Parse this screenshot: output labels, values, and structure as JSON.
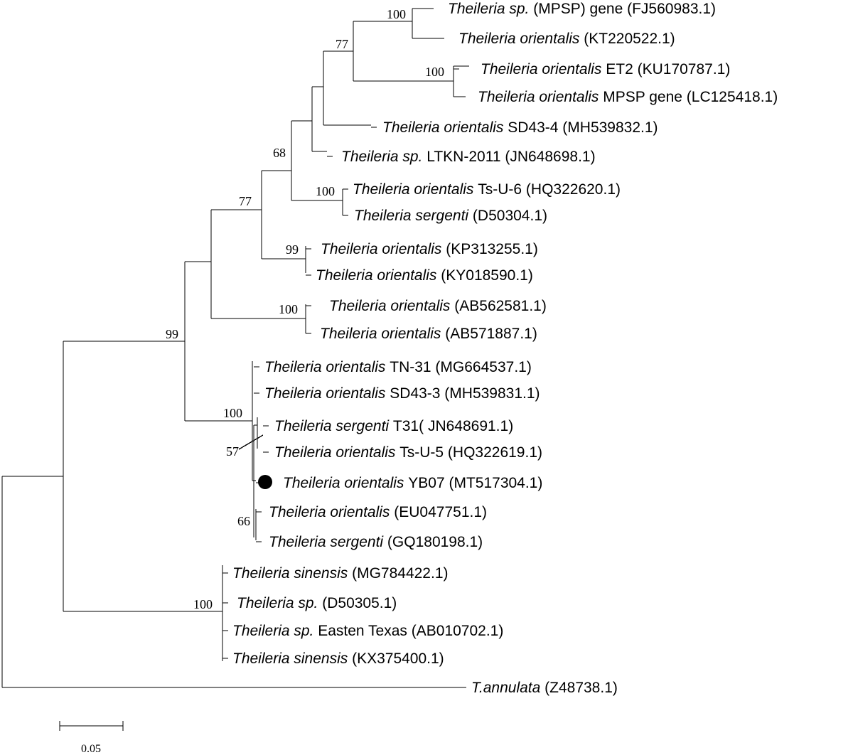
{
  "tree": {
    "leaves": [
      {
        "id": "L1",
        "species": "Theileria sp.",
        "rest": " (MPSP) gene (FJ560983.1)"
      },
      {
        "id": "L2",
        "species": "Theileria orientalis",
        "rest": " (KT220522.1)"
      },
      {
        "id": "L3",
        "species": "Theileria orientalis",
        "rest": " ET2 (KU170787.1)"
      },
      {
        "id": "L4",
        "species": "Theileria orientalis",
        "rest": " MPSP gene (LC125418.1)"
      },
      {
        "id": "L5",
        "species": "Theileria orientalis",
        "rest": " SD43-4 (MH539832.1)"
      },
      {
        "id": "L6",
        "species": "Theileria sp.",
        "rest": " LTKN-2011 (JN648698.1)"
      },
      {
        "id": "L7",
        "species": "Theileria orientalis",
        "rest": " Ts-U-6 (HQ322620.1)"
      },
      {
        "id": "L8",
        "species": "Theileria sergenti",
        "rest": " (D50304.1)"
      },
      {
        "id": "L9",
        "species": "Theileria orientalis",
        "rest": " (KP313255.1)"
      },
      {
        "id": "L10",
        "species": "Theileria orientalis",
        "rest": " (KY018590.1)"
      },
      {
        "id": "L11",
        "species": "Theileria orientalis",
        "rest": " (AB562581.1)"
      },
      {
        "id": "L12",
        "species": "Theileria orientalis",
        "rest": " (AB571887.1)"
      },
      {
        "id": "L13",
        "species": "Theileria orientalis",
        "rest": " TN-31 (MG664537.1)"
      },
      {
        "id": "L14",
        "species": "Theileria orientalis",
        "rest": " SD43-3 (MH539831.1)"
      },
      {
        "id": "L15",
        "species": "Theileria sergenti",
        "rest": " T31( JN648691.1)"
      },
      {
        "id": "L16",
        "species": "Theileria orientalis",
        "rest": " Ts-U-5 (HQ322619.1)"
      },
      {
        "id": "L17",
        "species": "Theileria orientalis",
        "rest": " YB07 (MT517304.1)",
        "marked": true
      },
      {
        "id": "L18",
        "species": "Theileria orientalis",
        "rest": " (EU047751.1)"
      },
      {
        "id": "L19",
        "species": "Theileria sergenti",
        "rest": " (GQ180198.1)"
      },
      {
        "id": "L20",
        "species": "Theileria sinensis",
        "rest": " (MG784422.1)"
      },
      {
        "id": "L21",
        "species": "Theileria sp.",
        "rest": " (D50305.1)"
      },
      {
        "id": "L22",
        "species": "Theileria sp.",
        "rest": " Easten Texas (AB010702.1)"
      },
      {
        "id": "L23",
        "species": "Theileria sinensis",
        "rest": " (KX375400.1)"
      },
      {
        "id": "L24",
        "species": "T.annulata",
        "rest": " (Z48738.1)"
      }
    ],
    "support_values": [
      {
        "node": "L1-L2",
        "value": "100"
      },
      {
        "node": "L1-L4",
        "value": "77"
      },
      {
        "node": "L3-L4",
        "value": "100"
      },
      {
        "node": "L1-L8",
        "value": "68"
      },
      {
        "node": "L7-L8",
        "value": "100"
      },
      {
        "node": "L1-L10",
        "value": "77"
      },
      {
        "node": "L9-L10",
        "value": "99"
      },
      {
        "node": "L11-L12",
        "value": "100"
      },
      {
        "node": "L1-L19",
        "value": "99"
      },
      {
        "node": "L13-L19",
        "value": "100"
      },
      {
        "node": "L15-L16",
        "value": "57"
      },
      {
        "node": "L18-L19",
        "value": "66"
      },
      {
        "node": "L20-L23",
        "value": "100"
      }
    ],
    "scale_bar": {
      "label": "0.05"
    }
  }
}
